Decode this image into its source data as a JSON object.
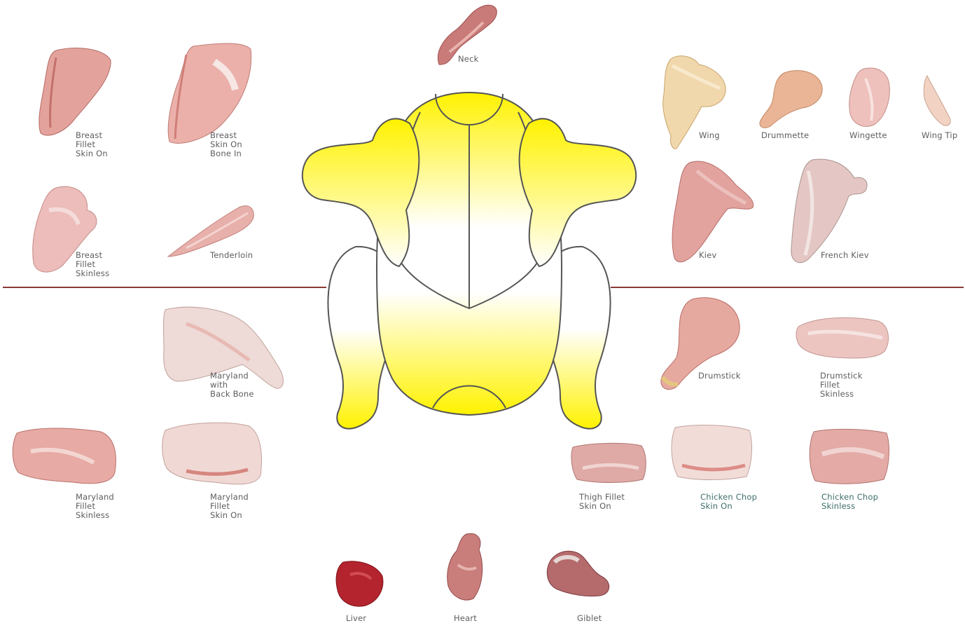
{
  "colors": {
    "divider": "#8a3a36",
    "body_fill_top": "#fff200",
    "body_fill_mid": "#ffffff",
    "outline": "#555555",
    "label_grey": "#5d5d5d",
    "label_teal": "#3e6f6a",
    "meat_pink": "#e8a9a4",
    "meat_pale": "#f1c9c3",
    "meat_dark": "#b8454a",
    "organ_red": "#b3242e"
  },
  "diagram": {
    "icon": "chicken-outline-icon"
  },
  "cuts": {
    "neck": {
      "lines": [
        "Neck"
      ]
    },
    "breast_fillet_skin_on": {
      "lines": [
        "Breast",
        "Fillet",
        "Skin On"
      ]
    },
    "breast_skin_on_bone_in": {
      "lines": [
        "Breast",
        "Skin On",
        "Bone In"
      ]
    },
    "breast_fillet_skinless": {
      "lines": [
        "Breast",
        "Fillet",
        "Skinless"
      ]
    },
    "tenderloin": {
      "lines": [
        "Tenderloin"
      ]
    },
    "wing": {
      "lines": [
        "Wing"
      ]
    },
    "drummette": {
      "lines": [
        "Drummette"
      ]
    },
    "wingette": {
      "lines": [
        "Wingette"
      ]
    },
    "wing_tip": {
      "lines": [
        "Wing Tip"
      ]
    },
    "kiev": {
      "lines": [
        "Kiev"
      ]
    },
    "french_kiev": {
      "lines": [
        "French Kiev"
      ]
    },
    "maryland_back_bone": {
      "lines": [
        "Maryland",
        "with",
        "Back Bone"
      ]
    },
    "maryland_fillet_skinless": {
      "lines": [
        "Maryland",
        "Fillet",
        "Skinless"
      ]
    },
    "maryland_fillet_skin_on": {
      "lines": [
        "Maryland",
        "Fillet",
        "Skin On"
      ]
    },
    "drumstick": {
      "lines": [
        "Drumstick"
      ]
    },
    "drumstick_fillet_skinless": {
      "lines": [
        "Drumstick",
        "Fillet",
        "Skinless"
      ]
    },
    "thigh_fillet_skin_on": {
      "lines": [
        "Thigh Fillet",
        "Skin On"
      ]
    },
    "chicken_chop_skin_on": {
      "lines": [
        "Chicken Chop",
        "Skin On"
      ]
    },
    "chicken_chop_skinless": {
      "lines": [
        "Chicken Chop",
        "Skinless"
      ]
    },
    "liver": {
      "lines": [
        "Liver"
      ]
    },
    "heart": {
      "lines": [
        "Heart"
      ]
    },
    "giblet": {
      "lines": [
        "Giblet"
      ]
    }
  }
}
